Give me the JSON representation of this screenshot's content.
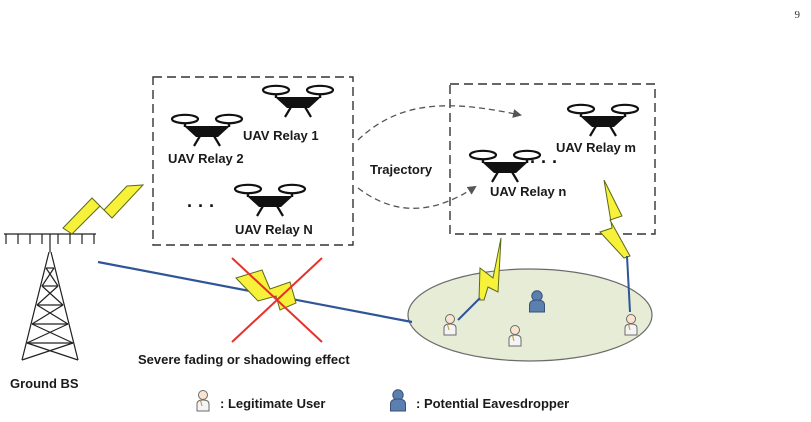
{
  "page_number": "9",
  "labels": {
    "relay_1": "UAV Relay 1",
    "relay_2": "UAV Relay 2",
    "relay_N": "UAV Relay N",
    "relay_m": "UAV Relay m",
    "relay_n": "UAV Relay n",
    "trajectory": "Trajectory",
    "fading": "Severe fading or shadowing effect",
    "ground_bs": "Ground BS"
  },
  "ellipsis": {
    "left": "· · ·",
    "right": "· · ·"
  },
  "legend": {
    "legitimate_user": ": Legitimate User",
    "eavesdropper": ": Potential Eavesdropper"
  },
  "colors": {
    "lightning_fill": "#f7f13a",
    "lightning_stroke": "#5b6a18",
    "link_line": "#2f5597",
    "cross": "#e8312a",
    "ground_ellipse": "#e6ecd6",
    "drone": "#111111",
    "eavesdropper": "#5b7fae"
  }
}
